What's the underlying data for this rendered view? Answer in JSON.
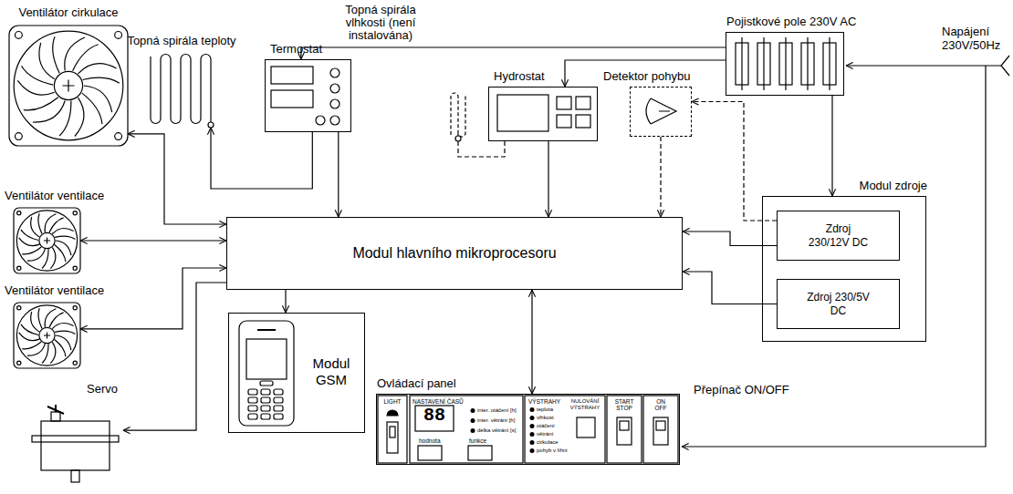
{
  "diagram": {
    "nodes": [
      {
        "text": [
          "Ventilátor cirkulace"
        ]
      },
      {
        "text": [
          "Topná spirála teploty"
        ]
      },
      {
        "text": [
          "Termostat"
        ]
      },
      {
        "text": [
          "Topná spirála vlhkosti (není instalována)"
        ]
      },
      {
        "text": [
          "Hydrostat"
        ]
      },
      {
        "text": [
          "Detektor pohybu"
        ]
      },
      {
        "text": [
          "Pojistkové pole 230V AC"
        ]
      },
      {
        "text": [
          "Ventilátor ventilace"
        ]
      },
      {
        "text": [
          "Modul hlavního mikroprocesoru"
        ]
      },
      {
        "text": [
          "Modul zdroje"
        ]
      },
      {
        "text": [
          "Zdroj 230/12V DC"
        ],
        "in": 9
      },
      {
        "text": [
          "Zdroj 230/5V DC"
        ],
        "in": 9
      },
      {
        "text": [
          "Ventilátor ventilace"
        ]
      },
      {
        "text": [
          "Servo"
        ]
      },
      {
        "text": [
          "Modul GSM"
        ]
      },
      {
        "text": [
          "Ovládací panel"
        ]
      }
    ],
    "edges": [
      {
        "from": 2,
        "to": 1,
        "arrow": "to"
      },
      {
        "from": 2,
        "to": 8,
        "arrow": "to"
      },
      {
        "from": 6,
        "to": 2,
        "arrow": "to"
      },
      {
        "from": 6,
        "to": 4,
        "arrow": "to"
      },
      {
        "from": 4,
        "to": 3,
        "arrow": "none"
      },
      {
        "from": 4,
        "to": 8,
        "arrow": "to"
      },
      {
        "from": 5,
        "to": 8,
        "arrow": "to"
      },
      {
        "from": 10,
        "to": 5,
        "arrow": "to"
      },
      {
        "from": 6,
        "to": 9,
        "arrow": "to"
      },
      {
        "from": 10,
        "to": 8,
        "arrow": "to"
      },
      {
        "from": 11,
        "to": 8,
        "arrow": "to"
      },
      {
        "from": 0,
        "to": 8,
        "arrow": "both"
      },
      {
        "from": 7,
        "to": 8,
        "arrow": "both"
      },
      {
        "from": 12,
        "to": 8,
        "arrow": "both"
      },
      {
        "from": 8,
        "to": 13,
        "arrow": "to"
      },
      {
        "from": 8,
        "to": 14,
        "arrow": "to"
      },
      {
        "from": 8,
        "to": 15,
        "arrow": "both"
      }
    ],
    "labels": [
      "Přepínač ON/OFF",
      "Napájení 230V/50Hz",
      "LIGHT",
      "NASTAVENÍ ČASŮ",
      "88",
      "inter. otáčení [h]",
      "inter. větrání [h]",
      "délka větrání [s]",
      "hodnota",
      "funkce",
      "VÝSTRAHY",
      "NULOVÁNÍ VÝSTRAHY",
      "teplota",
      "vlhkost",
      "otáčení",
      "větrání",
      "cirkulace",
      "pohyb v líhni",
      "START STOP",
      "ON OFF"
    ]
  }
}
